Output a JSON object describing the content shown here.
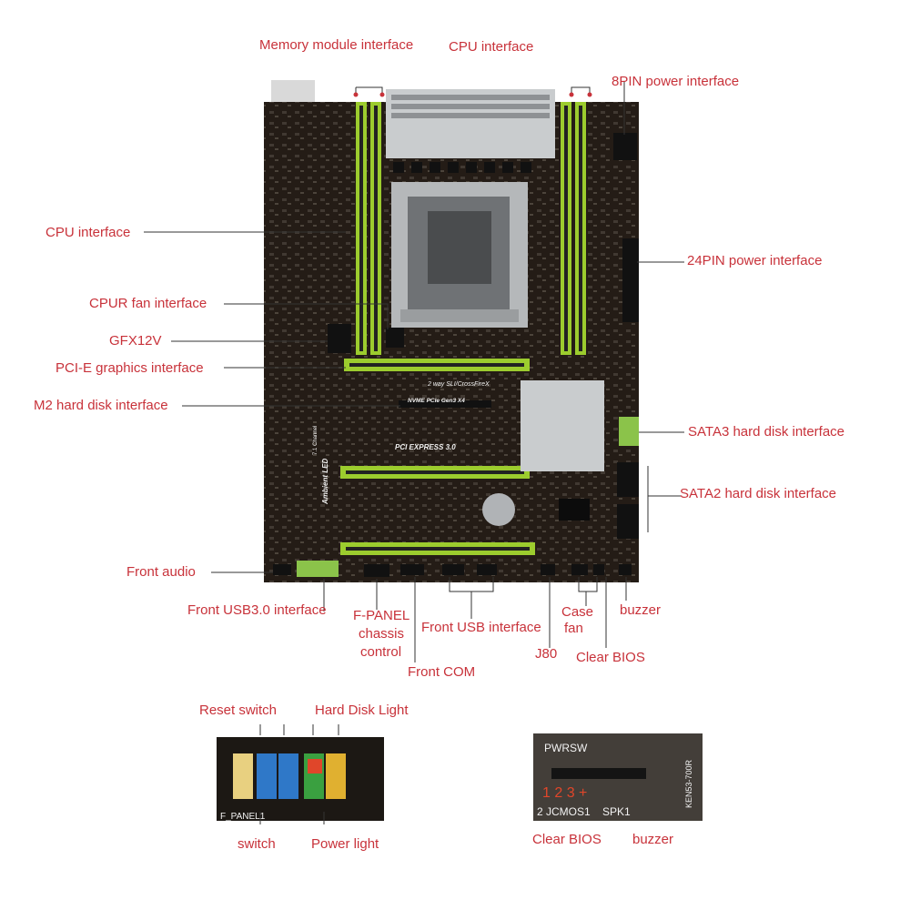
{
  "colors": {
    "label": "#c8323a",
    "pcb": "#241c16",
    "slot_green": "#9ccc2e",
    "heatsink": "#c9ccce"
  },
  "labels": {
    "memory_module": "Memory module interface",
    "cpu_top": "CPU interface",
    "pin8": "8PIN power interface",
    "cpu_left": "CPU interface",
    "pin24": "24PIN power interface",
    "cpur_fan": "CPUR fan interface",
    "gfx12v": "GFX12V",
    "pcie_gfx": "PCI-E graphics interface",
    "m2": "M2 hard disk interface",
    "sata3": "SATA3 hard disk interface",
    "sata2": "SATA2 hard disk interface",
    "front_audio": "Front audio",
    "front_usb3": "Front USB3.0 interface",
    "fpanel_1": "F-PANEL",
    "fpanel_2": "chassis",
    "fpanel_3": "control",
    "front_usb": "Front USB interface",
    "case_fan_1": "Case",
    "case_fan_2": "fan",
    "buzzer_top": "buzzer",
    "j80": "J80",
    "clear_bios_top": "Clear BIOS",
    "front_com": "Front COM",
    "reset_switch": "Reset switch",
    "hdd_light": "Hard Disk Light",
    "switch": "switch",
    "power_light": "Power light",
    "clear_bios_bottom": "Clear BIOS",
    "buzzer_bottom": "buzzer"
  },
  "board_text": {
    "sli": "2 way SLI/CrossFireX",
    "nvme": "NVME PCIe Gen3 X4",
    "pci_express": "PCI EXPRESS 3.0",
    "ambient": "Ambient LED",
    "channel": "7.1 Channel"
  },
  "inset_text": {
    "pwrsw": "PWRSW",
    "pins": "1 2 3  +",
    "jcmos": "2 JCMOS1",
    "spk": "SPK1",
    "ken": "KEN53-700R",
    "panel": "F_PANEL1"
  }
}
